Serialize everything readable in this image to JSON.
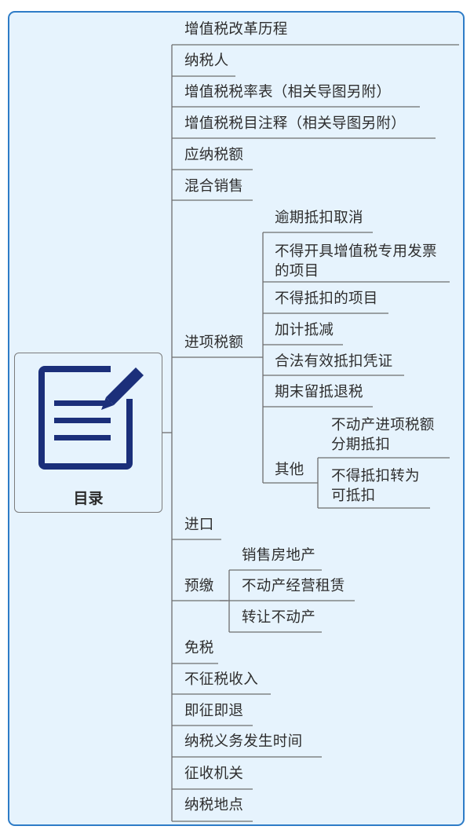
{
  "diagram": {
    "root": {
      "label": "目录",
      "icon": "notepad-pencil-icon"
    },
    "nodes": [
      {
        "label": "增值税改革历程"
      },
      {
        "label": "纳税人"
      },
      {
        "label": "增值税税率表（相关导图另附）"
      },
      {
        "label": "增值税税目注释（相关导图另附）"
      },
      {
        "label": "应纳税额"
      },
      {
        "label": "混合销售"
      },
      {
        "label": "进项税额",
        "children": [
          {
            "label": "逾期抵扣取消"
          },
          {
            "label": "不得开具增值税专用发票的项目"
          },
          {
            "label": "不得抵扣的项目"
          },
          {
            "label": "加计抵减"
          },
          {
            "label": "合法有效抵扣凭证"
          },
          {
            "label": "期末留抵退税"
          },
          {
            "label": "其他",
            "children": [
              {
                "label": "不动产进项税额分期抵扣"
              },
              {
                "label": "不得抵扣转为可抵扣"
              }
            ]
          }
        ]
      },
      {
        "label": "进口"
      },
      {
        "label": "预缴",
        "children": [
          {
            "label": "销售房地产"
          },
          {
            "label": "不动产经营租赁"
          },
          {
            "label": "转让不动产"
          }
        ]
      },
      {
        "label": "免税"
      },
      {
        "label": "不征税收入"
      },
      {
        "label": "即征即退"
      },
      {
        "label": "纳税义务发生时间"
      },
      {
        "label": "征收机关"
      },
      {
        "label": "纳税地点"
      }
    ]
  },
  "colors": {
    "frame": "#2e7cc7",
    "background": "#e6f3fd",
    "line": "#6e6e6e",
    "icon": "#1b2f7a"
  }
}
